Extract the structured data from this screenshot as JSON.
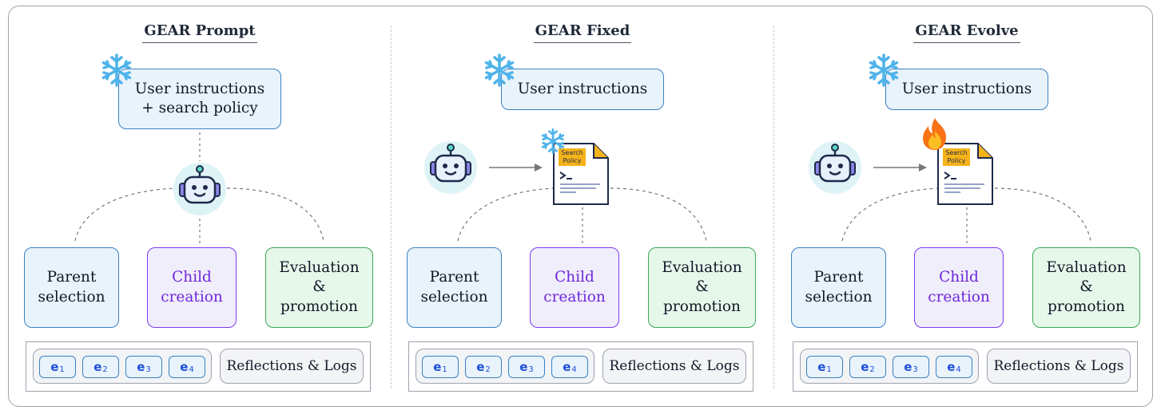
{
  "panels": [
    {
      "title": "GEAR Prompt",
      "instructions_line1": "User instructions",
      "instructions_line2": "+ search policy",
      "policy_state": "frozen"
    },
    {
      "title": "GEAR Fixed",
      "instructions_line1": "User instructions",
      "policy_doc_label_line1": "Search",
      "policy_doc_label_line2": "Policy",
      "policy_state": "frozen"
    },
    {
      "title": "GEAR Evolve",
      "instructions_line1": "User instructions",
      "policy_doc_label_line1": "Search",
      "policy_doc_label_line2": "Policy",
      "policy_state": "evolving"
    }
  ],
  "nodes": {
    "parent_line1": "Parent",
    "parent_line2": "selection",
    "child_line1": "Child",
    "child_line2": "creation",
    "eval_line1": "Evaluation",
    "eval_line2": "&",
    "eval_line3": "promotion"
  },
  "memory": {
    "chip_letter": "e",
    "chip_indices": [
      "1",
      "2",
      "3",
      "4"
    ],
    "reflections_label": "Reflections & Logs"
  },
  "colors": {
    "blue": "#3b82c4",
    "blue_fill": "#e8f3fb",
    "purple": "#7c3aed",
    "purple_fill": "#f1eefc",
    "green": "#3aa655",
    "green_fill": "#e6f8ea",
    "snowflake": "#4fb3ea",
    "fire": "#f97316",
    "policy_tag": "#f5b31a"
  },
  "icons": [
    "snowflake-icon",
    "robot-icon",
    "search-policy-doc-icon",
    "fire-icon",
    "arrow-right-icon"
  ]
}
